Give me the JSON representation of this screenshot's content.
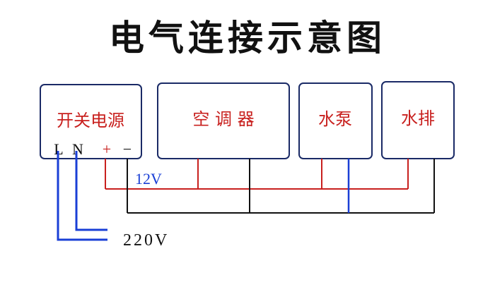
{
  "title": "电气连接示意图",
  "devices": {
    "power": "开关电源",
    "ac": "空 调 器",
    "pump": "水泵",
    "exhaust": "水排"
  },
  "terminals": {
    "L": "L",
    "N": "N",
    "plus": "+",
    "minus": "−"
  },
  "voltages": {
    "dc": "12V",
    "ac": "220V"
  },
  "colors": {
    "dc_positive": "#c8201e",
    "ground": "#111111",
    "mains": "#1a3fd6",
    "box_border": "#1a2a66"
  }
}
